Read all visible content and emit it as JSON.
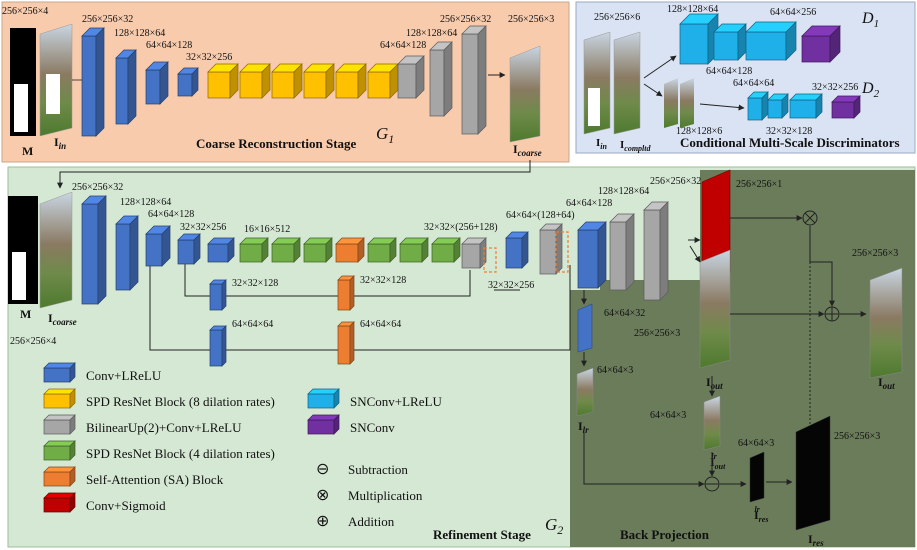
{
  "stages": {
    "coarse": {
      "title": "Coarse Reconstruction Stage",
      "gen": "G",
      "gen_sub": "1"
    },
    "refine": {
      "title": "Refinement Stage",
      "gen": "G",
      "gen_sub": "2"
    },
    "backproj": {
      "title": "Back Projection"
    },
    "disc": {
      "title": "Conditional Multi-Scale Discriminators",
      "d1": "D",
      "d1_sub": "1",
      "d2": "D",
      "d2_sub": "2"
    }
  },
  "coarse_labels": {
    "input": "256×256×4",
    "c1": "256×256×32",
    "c2": "128×128×64",
    "c3": "64×64×128",
    "c4": "32×32×256",
    "c5": "64×64×128",
    "c6": "128×128×64",
    "c7": "256×256×32",
    "c8": "256×256×3",
    "m": "M",
    "iin": "I",
    "iin_sub": "in",
    "icoarse": "I",
    "icoarse_sub": "coarse"
  },
  "disc_labels": {
    "input": "256×256×6",
    "a1": "128×128×64",
    "a2": "64×64×256",
    "a3": "64×64×128",
    "b1": "64×64×64",
    "b2": "32×32×256",
    "b3": "128×128×6",
    "b4": "32×32×128",
    "iin": "I",
    "iin_sub": "in",
    "icomp": "I",
    "icomp_sub": "compltd"
  },
  "refine_labels": {
    "c1": "256×256×32",
    "c2": "128×128×64",
    "c3": "64×64×128",
    "c4": "32×32×256",
    "c5": "16×16×512",
    "d1": "32×32×(256+128)",
    "d2": "64×64×(128+64)",
    "d3": "64×64×128",
    "d4": "128×128×64",
    "d5": "256×256×32",
    "s1": "32×32×128",
    "s2": "32×32×128",
    "s3": "64×64×64",
    "s4": "64×64×64",
    "s5": "32×32×256",
    "input": "256×256×4",
    "m": "M",
    "icoarse": "I",
    "icoarse_sub": "coarse",
    "sig": "256×256×1",
    "out3": "256×256×3",
    "ioutlabel": "I",
    "ioutlabel_sub": "out",
    "fin": "256×256×3",
    "ifinal": "I",
    "ifinal_sub": "out",
    "bp1": "64×64×32",
    "bp2": "64×64×3",
    "ilr": "I",
    "ilr_sub": "lr",
    "ioutlr_size": "64×64×3",
    "ioutlr": "I",
    "ioutlr_sub": "out",
    "ioutlr_sup": "lr",
    "ireslr_size": "64×64×3",
    "ireslr": "I",
    "ireslr_sub": "res",
    "ireslr_sup": "lr",
    "ires_size": "256×256×3",
    "ires": "I",
    "ires_sub": "res"
  },
  "legend": [
    {
      "label": "Conv+LReLU",
      "color": "#4472c4"
    },
    {
      "label": "SPD ResNet Block (8 dilation rates)",
      "color": "#ffc000"
    },
    {
      "label": "BilinearUp(2)+Conv+LReLU",
      "color": "#a6a6a6"
    },
    {
      "label": "SPD ResNet Block (4 dilation rates)",
      "color": "#70ad47"
    },
    {
      "label": "Self-Attention (SA) Block",
      "color": "#ed7d31"
    },
    {
      "label": "Conv+Sigmoid",
      "color": "#c00000"
    }
  ],
  "legend2": [
    {
      "label": "SNConv+LReLU",
      "color": "#1fb0ea"
    },
    {
      "label": "SNConv",
      "color": "#7030a0"
    }
  ],
  "ops": [
    {
      "symbol": "⊖",
      "label": "Subtraction"
    },
    {
      "symbol": "⊗",
      "label": "Multiplication"
    },
    {
      "symbol": "⊕",
      "label": "Addition"
    }
  ],
  "colors": {
    "coarse_bg": "#f8cbad",
    "refine_bg": "#d5e8d4",
    "backproj_bg": "#6b7c5b",
    "disc_bg": "#dae3f3",
    "conv": "#4472c4",
    "spd8": "#ffc000",
    "up": "#a6a6a6",
    "spd4": "#70ad47",
    "sa": "#ed7d31",
    "sig": "#c00000",
    "snconv_lrelu": "#1fb0ea",
    "snconv": "#7030a0"
  }
}
